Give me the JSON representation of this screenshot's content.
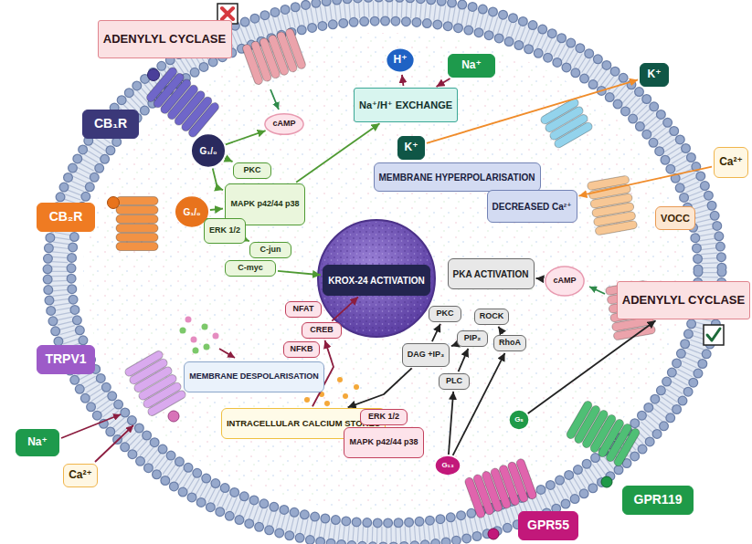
{
  "diagram": {
    "nodes": [
      {
        "text": [
          "ADENYLYL CYCLASE"
        ]
      },
      {
        "text": [
          "H⁺"
        ]
      },
      {
        "text": [
          "Na⁺"
        ]
      },
      {
        "text": [
          "Na⁺/H⁺ EXCHANGE"
        ]
      },
      {
        "text": [
          "K⁺"
        ]
      },
      {
        "text": [
          "CB₁R"
        ]
      },
      {
        "text": [
          "cAMP"
        ]
      },
      {
        "text": [
          "G₁/₀"
        ]
      },
      {
        "text": [
          "K⁺"
        ]
      },
      {
        "text": [
          "Ca²⁺"
        ]
      },
      {
        "text": [
          "PKC"
        ]
      },
      {
        "text": [
          "MEMBRANE HYPERPOLARISATION"
        ]
      },
      {
        "text": [
          "MAPK p42/44 p38"
        ]
      },
      {
        "text": [
          "DECREASED Ca²⁺"
        ]
      },
      {
        "text": [
          "CB₂R"
        ]
      },
      {
        "text": [
          "G₁/₀"
        ]
      },
      {
        "text": [
          "VOCC"
        ]
      },
      {
        "text": [
          "ERK 1/2"
        ]
      },
      {
        "text": [
          "C-jun"
        ]
      },
      {
        "text": [
          "C-myc"
        ]
      },
      {
        "text": [
          "PKA ACTIVATION"
        ]
      },
      {
        "text": [
          "cAMP"
        ]
      },
      {
        "text": [
          "KROX-24 ACTIVATION"
        ]
      },
      {
        "text": [
          "ADENYLYL CYCLASE"
        ]
      },
      {
        "text": [
          "NFAT"
        ]
      },
      {
        "text": [
          "PKC"
        ]
      },
      {
        "text": [
          "ROCK"
        ]
      },
      {
        "text": [
          "CREB"
        ]
      },
      {
        "text": [
          "PIP₂"
        ]
      },
      {
        "text": [
          "RhoA"
        ]
      },
      {
        "text": [
          "NFKB"
        ]
      },
      {
        "text": [
          "DAG +IP₃"
        ]
      },
      {
        "text": [
          "TRPV1"
        ]
      },
      {
        "text": [
          "MEMBRANE DESPOLARISATION"
        ]
      },
      {
        "text": [
          "PLC"
        ]
      },
      {
        "text": [
          "INTRACELLULAR CALCIUM STORES"
        ]
      },
      {
        "text": [
          "ERK 1/2"
        ]
      },
      {
        "text": [
          "Gₛ"
        ]
      },
      {
        "text": [
          "Na⁺"
        ]
      },
      {
        "text": [
          "MAPK p42/44 p38"
        ]
      },
      {
        "text": [
          "G₁₃"
        ]
      },
      {
        "text": [
          "Ca²⁺"
        ]
      },
      {
        "text": [
          "GPR119"
        ]
      },
      {
        "text": [
          "GPR55"
        ]
      }
    ],
    "edges": [
      {
        "from": 7,
        "to": 6,
        "arrow": "to"
      },
      {
        "from": 7,
        "to": 10,
        "arrow": "to"
      },
      {
        "from": 7,
        "to": 12,
        "arrow": "to"
      },
      {
        "from": 12,
        "to": 3,
        "arrow": "to"
      },
      {
        "from": 15,
        "to": 17,
        "arrow": "to"
      },
      {
        "from": 15,
        "to": 12,
        "arrow": "to"
      },
      {
        "from": 17,
        "to": 18,
        "arrow": "to"
      },
      {
        "from": 19,
        "to": 22,
        "arrow": "to"
      },
      {
        "from": 2,
        "to": 3,
        "arrow": "to"
      },
      {
        "from": 3,
        "to": 1,
        "arrow": "to"
      },
      {
        "from": 8,
        "to": 4,
        "arrow": "to"
      },
      {
        "from": 9,
        "to": 13,
        "arrow": "to"
      },
      {
        "from": 21,
        "to": 20,
        "arrow": "to"
      },
      {
        "from": 37,
        "to": 23,
        "arrow": "to"
      },
      {
        "from": 40,
        "to": 34,
        "arrow": "to"
      },
      {
        "from": 40,
        "to": 29,
        "arrow": "to"
      },
      {
        "from": 29,
        "to": 26,
        "arrow": "to"
      },
      {
        "from": 34,
        "to": 28,
        "arrow": "to"
      },
      {
        "from": 28,
        "to": 31,
        "arrow": "to"
      },
      {
        "from": 31,
        "to": 25,
        "arrow": "to"
      },
      {
        "from": 31,
        "to": 35,
        "arrow": "to"
      },
      {
        "from": 35,
        "to": 27,
        "arrow": "to"
      },
      {
        "from": 35,
        "to": 39,
        "arrow": "to"
      },
      {
        "from": 27,
        "to": 22,
        "arrow": "to"
      }
    ]
  }
}
